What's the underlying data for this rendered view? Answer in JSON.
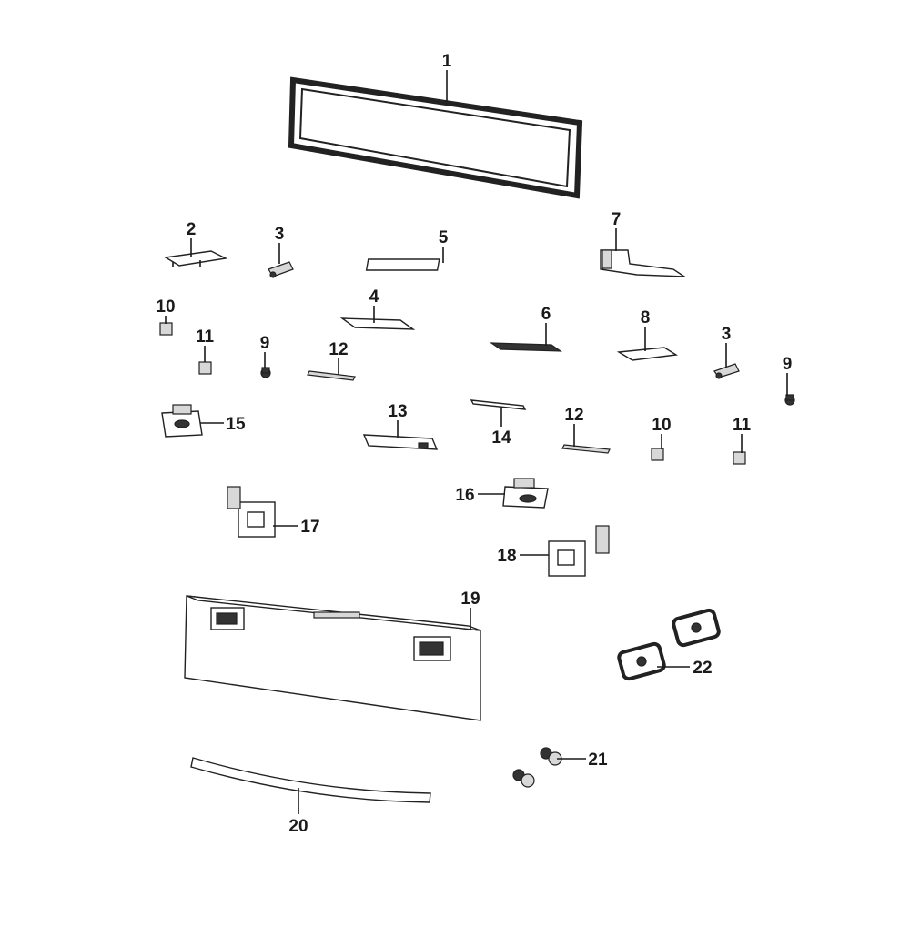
{
  "diagram": {
    "type": "exploded-parts-view",
    "callouts": [
      "1",
      "2",
      "3",
      "5",
      "7",
      "10",
      "4",
      "6",
      "8",
      "3",
      "11",
      "9",
      "12",
      "9",
      "15",
      "13",
      "14",
      "12",
      "10",
      "11",
      "16",
      "17",
      "18",
      "19",
      "22",
      "21",
      "20"
    ]
  }
}
